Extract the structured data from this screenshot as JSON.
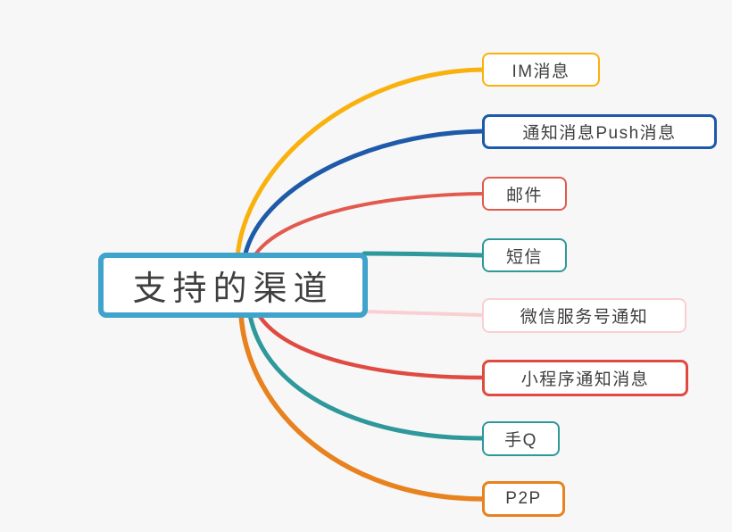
{
  "background_color": "#f7f7f7",
  "text_color": "#3f3f3f",
  "root": {
    "label": "支持的渠道",
    "color": "#3fa3cb"
  },
  "branches": [
    {
      "id": "im",
      "label": "IM消息",
      "color": "#f9b10e"
    },
    {
      "id": "push",
      "label": "通知消息Push消息",
      "color": "#1e5aa9"
    },
    {
      "id": "mail",
      "label": "邮件",
      "color": "#e25a4e"
    },
    {
      "id": "sms",
      "label": "短信",
      "color": "#2f989b"
    },
    {
      "id": "wechat-service",
      "label": "微信服务号通知",
      "color": "#f9cfd3"
    },
    {
      "id": "miniprogram",
      "label": "小程序通知消息",
      "color": "#df4b42"
    },
    {
      "id": "mobile-qq",
      "label": "手Q",
      "color": "#2f989b"
    },
    {
      "id": "p2p",
      "label": "P2P",
      "color": "#e8821e"
    }
  ]
}
